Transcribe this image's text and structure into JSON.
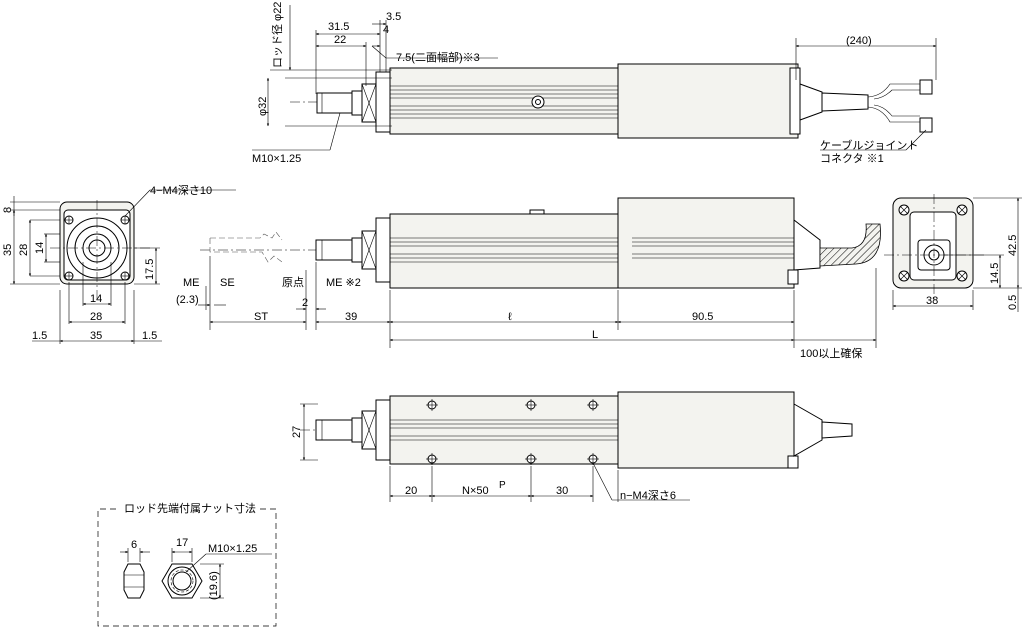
{
  "labels": {
    "rod_dia": "ロッド径 φ22",
    "d31_5": "31.5",
    "d3_5": "3.5",
    "d22": "22",
    "d4": "4",
    "d7_5": "7.5(二面幅部)※3",
    "d240": "(240)",
    "phi32": "φ32",
    "m10_top": "M10×1.25",
    "cable_line1": "ケーブルジョイント",
    "cable_line2": "コネクタ ※1",
    "m4_depth10": "4−M4深さ10",
    "d8": "8",
    "d35_left": "35",
    "d28_left": "28",
    "d14_left": "14",
    "d17_5": "17.5",
    "d14_bottom": "14",
    "d28_bottom": "28",
    "d1_5_left": "1.5",
    "d35_bottom": "35",
    "d1_5_right": "1.5",
    "me": "ME",
    "se": "SE",
    "d2_3": "(2.3)",
    "origin": "原点",
    "me2": "ME ※2",
    "st": "ST",
    "d2": "2",
    "d39": "39",
    "ell": "ℓ",
    "d90_5": "90.5",
    "L": "L",
    "d100": "100以上確保",
    "d42_5": "42.5",
    "d14_5": "14.5",
    "d0_5": "0.5",
    "d38": "38",
    "d27": "27",
    "d20": "20",
    "nx50": "N×50",
    "p": "P",
    "d30": "30",
    "n_m4": "n−M4深さ6",
    "nut_title": "ロッド先端付属ナット寸法",
    "d6": "6",
    "d17": "17",
    "m10_nut": "M10×1.25",
    "d19_6": "(19.6)"
  }
}
